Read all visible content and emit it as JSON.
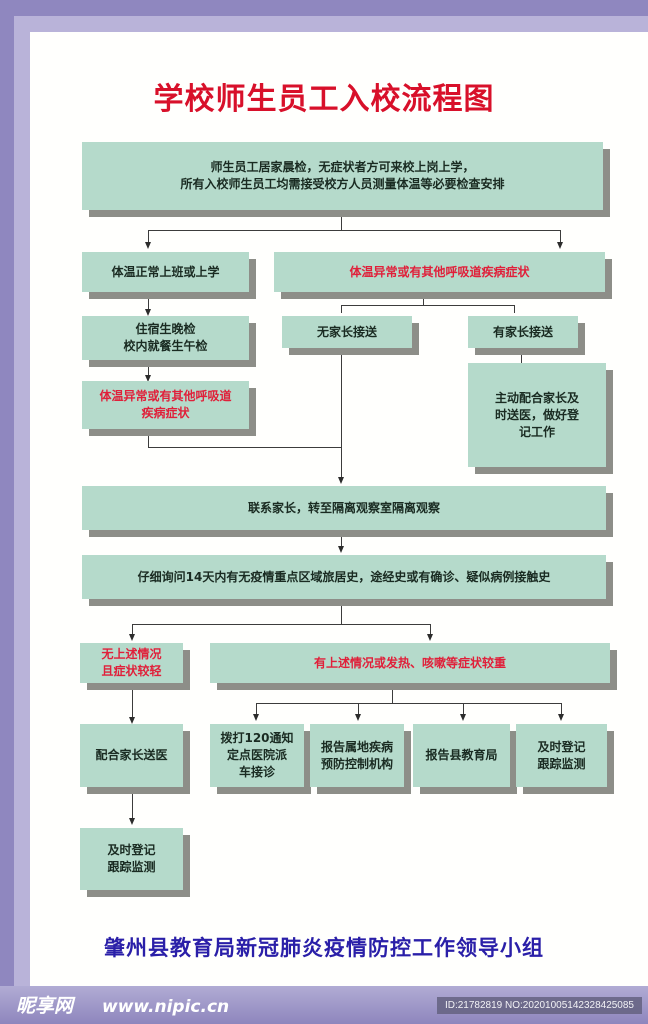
{
  "title": "学校师生员工入校流程图",
  "colors": {
    "title": "#d8102a",
    "box_fill": "#b5dacb",
    "box_shadow": "#8d8e88",
    "warning_text": "#e0203a",
    "normal_text": "#1a2b22",
    "footer_text": "#2a1fa8",
    "frame_outer": "#8f87bf",
    "frame_inner": "#b9b3d9"
  },
  "nodes": {
    "start": "师生员工居家晨检，无症状者方可来校上岗上学，\n所有入校师生员工均需接受校方人员测量体温等必要检查安排",
    "normal_temp": "体温正常上班或上学",
    "abnormal_temp": "体温异常或有其他呼吸道疾病症状",
    "boarding_check": "住宿生晚检\n校内就餐生午检",
    "abnormal_temp_2": "体温异常或有其他呼吸道\n疾病症状",
    "no_parent": "无家长接送",
    "has_parent": "有家长接送",
    "cooperate_parent": "主动配合家长及\n时送医，做好登\n记工作",
    "contact_parent": "联系家长，转至隔离观察室隔离观察",
    "inquire_history": "仔细询问14天内有无疫情重点区域旅居史，途经史或有确诊、疑似病例接触史",
    "mild": "无上述情况\n且症状较轻",
    "severe": "有上述情况或发热、咳嗽等症状较重",
    "escort_hospital": "配合家长送医",
    "register_left": "及时登记\n跟踪监测",
    "call_120": "拨打120通知\n定点医院派\n车接诊",
    "report_cdc": "报告属地疾病\n预防控制机构",
    "report_edu": "报告县教育局",
    "register_right": "及时登记\n跟踪监测"
  },
  "footer": {
    "organization": "肇州县教育局新冠肺炎疫情防控工作领导小组"
  },
  "watermark": {
    "logo": "昵享网",
    "url": "www.nipic.cn",
    "id_text": "ID:21782819 NO:20201005142328425085"
  }
}
